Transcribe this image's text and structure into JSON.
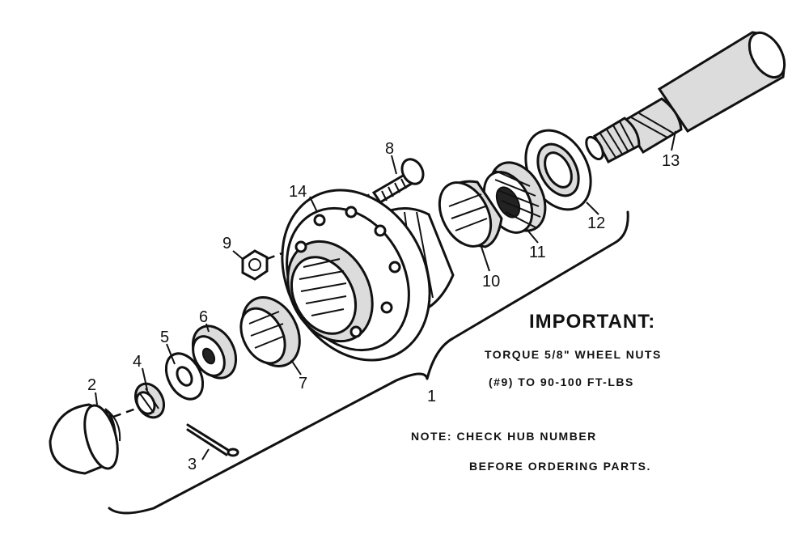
{
  "callouts": [
    "1",
    "2",
    "3",
    "4",
    "5",
    "6",
    "7",
    "8",
    "9",
    "10",
    "11",
    "12",
    "13",
    "14"
  ],
  "notes": {
    "important_heading": "IMPORTANT:",
    "torque_line_1": "TORQUE 5/8\" WHEEL NUTS",
    "torque_line_2": "(#9) TO 90-100 FT-LBS",
    "check_line_1": "NOTE: CHECK HUB NUMBER",
    "check_line_2": "BEFORE ORDERING PARTS."
  }
}
